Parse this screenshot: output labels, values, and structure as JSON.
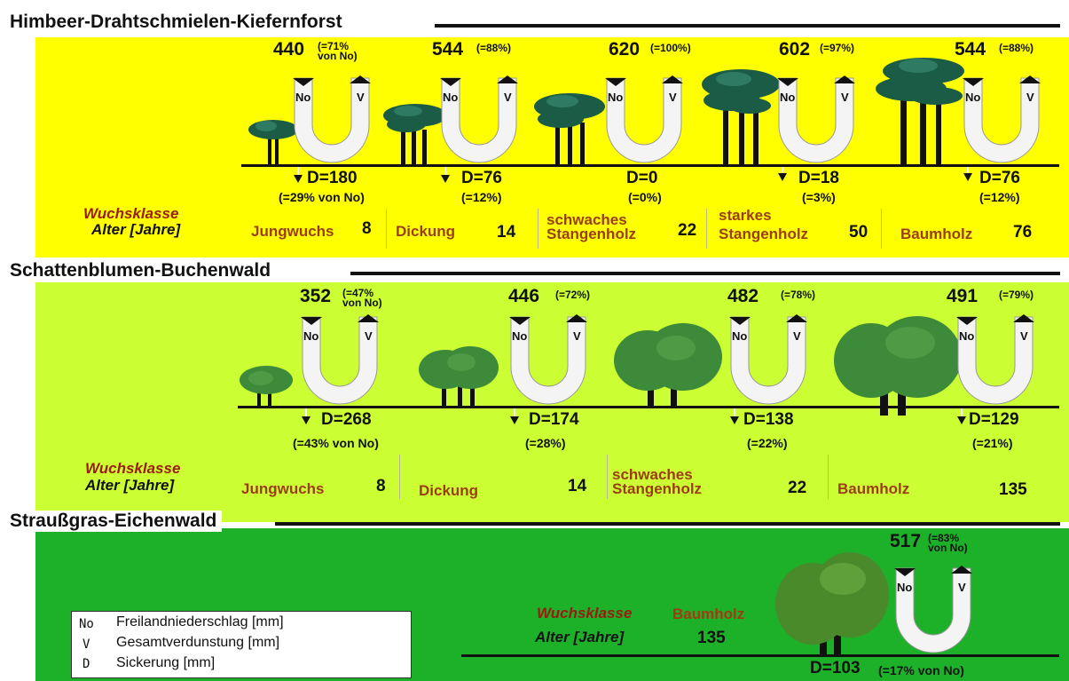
{
  "colors": {
    "band1": "#ffff00",
    "band2": "#ccff33",
    "band3": "#1db12a",
    "tree_dark": "#1b5c47",
    "tree_light": "#3c8a3a",
    "stage_text": "#9b3d14",
    "wuchs_text": "#9a1c10"
  },
  "section1": {
    "title": "Himbeer-Drahtschmielen-Kiefernforst",
    "wuchsklasse_label": "Wuchsklasse",
    "alter_label": "Alter [Jahre]",
    "gauges": [
      {
        "no_val": "440",
        "pct": "(=71%",
        "pct2": "von No)",
        "d_text": "D=180",
        "d_pct": "(=29% von No)",
        "no_label": "No",
        "v_label": "V"
      },
      {
        "no_val": "544",
        "pct": "(=88%)",
        "pct2": "",
        "d_text": "D=76",
        "d_pct": "(=12%)",
        "no_label": "No",
        "v_label": "V"
      },
      {
        "no_val": "620",
        "pct": "(=100%)",
        "pct2": "",
        "d_text": "D=0",
        "d_pct": "(=0%)",
        "no_label": "No",
        "v_label": "V"
      },
      {
        "no_val": "602",
        "pct": "(=97%)",
        "pct2": "",
        "d_text": "D=18",
        "d_pct": "(=3%)",
        "no_label": "No",
        "v_label": "V"
      },
      {
        "no_val": "544",
        "pct": "(=88%)",
        "pct2": "",
        "d_text": "D=76",
        "d_pct": "(=12%)",
        "no_label": "No",
        "v_label": "V"
      }
    ],
    "stages": [
      {
        "line1": "Jungwuchs",
        "line2": "",
        "age": "8"
      },
      {
        "line1": "Dickung",
        "line2": "",
        "age": "14"
      },
      {
        "line1": "schwaches",
        "line2": "Stangenholz",
        "age": "22"
      },
      {
        "line1": "starkes",
        "line2": "Stangenholz",
        "age": "50"
      },
      {
        "line1": "Baumholz",
        "line2": "",
        "age": "76"
      }
    ]
  },
  "section2": {
    "title": "Schattenblumen-Buchenwald",
    "wuchsklasse_label": "Wuchsklasse",
    "alter_label": "Alter [Jahre]",
    "gauges": [
      {
        "no_val": "352",
        "pct": "(=47%",
        "pct2": "von No)",
        "d_text": "D=268",
        "d_pct": "(=43% von No)",
        "no_label": "No",
        "v_label": "V"
      },
      {
        "no_val": "446",
        "pct": "(=72%)",
        "pct2": "",
        "d_text": "D=174",
        "d_pct": "(=28%)",
        "no_label": "No",
        "v_label": "V"
      },
      {
        "no_val": "482",
        "pct": "(=78%)",
        "pct2": "",
        "d_text": "D=138",
        "d_pct": "(=22%)",
        "no_label": "No",
        "v_label": "V"
      },
      {
        "no_val": "491",
        "pct": "(=79%)",
        "pct2": "",
        "d_text": "D=129",
        "d_pct": "(=21%)",
        "no_label": "No",
        "v_label": "V"
      }
    ],
    "stages": [
      {
        "line1": "Jungwuchs",
        "line2": "",
        "age": "8"
      },
      {
        "line1": "Dickung",
        "line2": "",
        "age": "14"
      },
      {
        "line1": "schwaches",
        "line2": "Stangenholz",
        "age": "22"
      },
      {
        "line1": "Baumholz",
        "line2": "",
        "age": "135"
      }
    ]
  },
  "section3": {
    "title": "Straußgras-Eichenwald",
    "wuchsklasse_label": "Wuchsklasse",
    "alter_label": "Alter [Jahre]",
    "stage": "Baumholz",
    "age": "135",
    "gauge": {
      "no_val": "517",
      "pct": "(=83%",
      "pct2": "von No)",
      "d_text": "D=103",
      "d_pct": "(=17% von No)",
      "no_label": "No",
      "v_label": "V"
    }
  },
  "legend": [
    {
      "symbol": "No",
      "label": "Freilandniederschlag [mm]"
    },
    {
      "symbol": "V",
      "label": "Gesamtverdunstung  [mm]"
    },
    {
      "symbol": "D",
      "label": "Sickerung [mm]"
    }
  ]
}
